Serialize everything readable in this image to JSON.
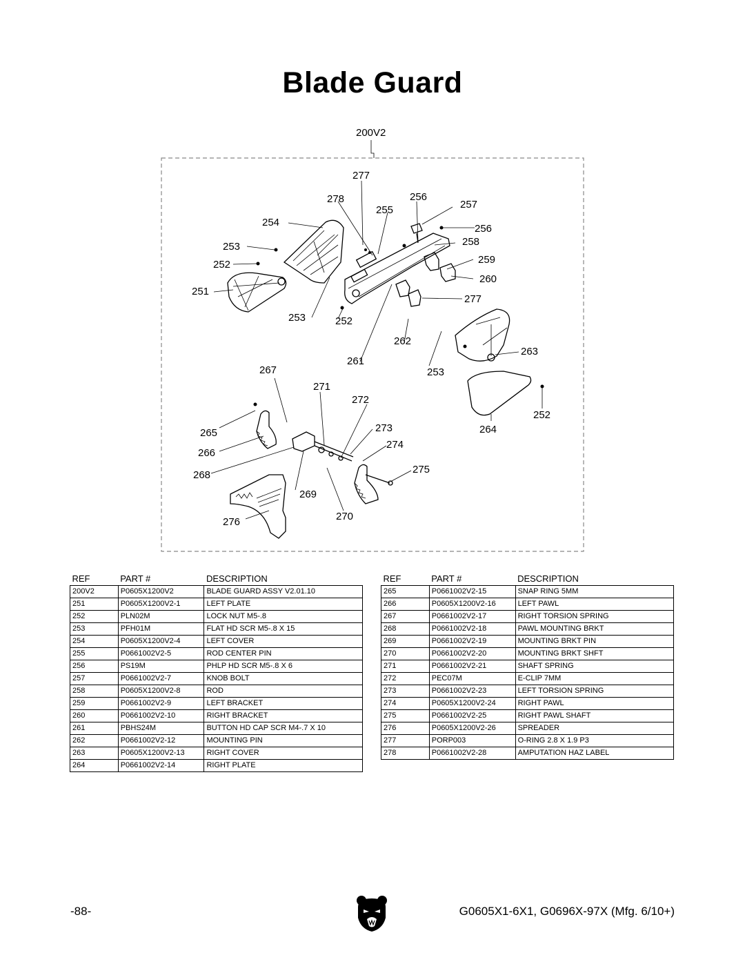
{
  "page": {
    "title": "Blade Guard",
    "page_number": "-88-",
    "model_line": "G0605X1-6X1, G0696X-97X (Mfg. 6/10+)",
    "logo_icon": "grizzly-bear-logo"
  },
  "diagram": {
    "assembly_label": "200V2",
    "callouts": [
      "277",
      "278",
      "256",
      "257",
      "255",
      "254",
      "256",
      "258",
      "253",
      "259",
      "252",
      "260",
      "251",
      "277",
      "253",
      "252",
      "262",
      "263",
      "261",
      "267",
      "253",
      "271",
      "272",
      "252",
      "265",
      "273",
      "264",
      "274",
      "266",
      "275",
      "268",
      "269",
      "276",
      "270"
    ]
  },
  "table_headers": {
    "ref": "REF",
    "part": "PART #",
    "description": "DESCRIPTION"
  },
  "parts_left": [
    {
      "ref": "200V2",
      "part": "P0605X1200V2",
      "description": "BLADE GUARD ASSY V2.01.10"
    },
    {
      "ref": "251",
      "part": "P0605X1200V2-1",
      "description": "LEFT PLATE"
    },
    {
      "ref": "252",
      "part": "PLN02M",
      "description": "LOCK NUT M5-.8"
    },
    {
      "ref": "253",
      "part": "PFH01M",
      "description": "FLAT HD SCR M5-.8 X 15"
    },
    {
      "ref": "254",
      "part": "P0605X1200V2-4",
      "description": "LEFT COVER"
    },
    {
      "ref": "255",
      "part": "P0661002V2-5",
      "description": "ROD CENTER PIN"
    },
    {
      "ref": "256",
      "part": "PS19M",
      "description": "PHLP HD SCR M5-.8 X 6"
    },
    {
      "ref": "257",
      "part": "P0661002V2-7",
      "description": "KNOB BOLT"
    },
    {
      "ref": "258",
      "part": "P0605X1200V2-8",
      "description": "ROD"
    },
    {
      "ref": "259",
      "part": "P0661002V2-9",
      "description": "LEFT BRACKET"
    },
    {
      "ref": "260",
      "part": "P0661002V2-10",
      "description": "RIGHT BRACKET"
    },
    {
      "ref": "261",
      "part": "PBHS24M",
      "description": "BUTTON HD CAP SCR  M4-.7 X 10"
    },
    {
      "ref": "262",
      "part": "P0661002V2-12",
      "description": "MOUNTING PIN"
    },
    {
      "ref": "263",
      "part": "P0605X1200V2-13",
      "description": "RIGHT COVER"
    },
    {
      "ref": "264",
      "part": "P0661002V2-14",
      "description": "RIGHT PLATE"
    }
  ],
  "parts_right": [
    {
      "ref": "265",
      "part": "P0661002V2-15",
      "description": "SNAP RING 5MM"
    },
    {
      "ref": "266",
      "part": "P0605X1200V2-16",
      "description": "LEFT PAWL"
    },
    {
      "ref": "267",
      "part": "P0661002V2-17",
      "description": "RIGHT TORSION SPRING"
    },
    {
      "ref": "268",
      "part": "P0661002V2-18",
      "description": "PAWL MOUNTING BRKT"
    },
    {
      "ref": "269",
      "part": "P0661002V2-19",
      "description": "MOUNTING BRKT PIN"
    },
    {
      "ref": "270",
      "part": "P0661002V2-20",
      "description": "MOUNTING BRKT SHFT"
    },
    {
      "ref": "271",
      "part": "P0661002V2-21",
      "description": "SHAFT SPRING"
    },
    {
      "ref": "272",
      "part": "PEC07M",
      "description": "E-CLIP 7MM"
    },
    {
      "ref": "273",
      "part": "P0661002V2-23",
      "description": "LEFT TORSION SPRING"
    },
    {
      "ref": "274",
      "part": "P0605X1200V2-24",
      "description": "RIGHT PAWL"
    },
    {
      "ref": "275",
      "part": "P0661002V2-25",
      "description": "RIGHT PAWL SHAFT"
    },
    {
      "ref": "276",
      "part": "P0605X1200V2-26",
      "description": "SPREADER"
    },
    {
      "ref": "277",
      "part": "PORP003",
      "description": "O-RING 2.8 X 1.9 P3"
    },
    {
      "ref": "278",
      "part": "P0661002V2-28",
      "description": "AMPUTATION HAZ LABEL"
    }
  ]
}
